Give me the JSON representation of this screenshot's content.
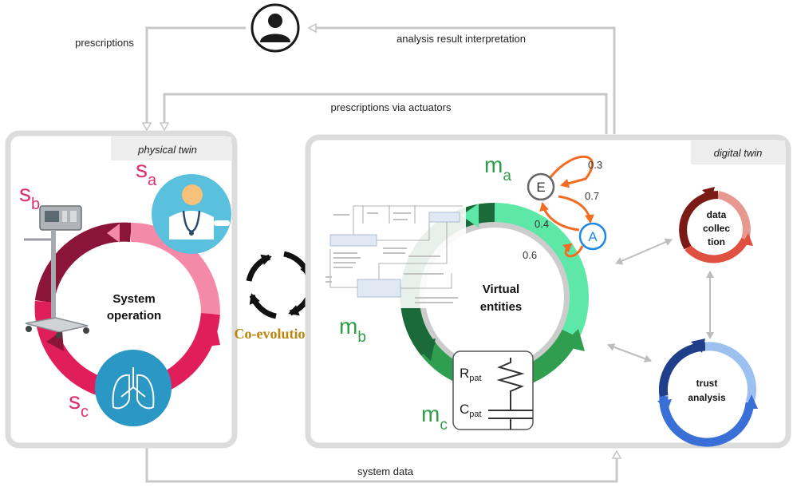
{
  "labels": {
    "prescriptions": "prescriptions",
    "analysis_result": "analysis result interpretation",
    "prescriptions_actuators": "prescriptions via actuators",
    "system_data": "system data",
    "physical_twin": "physical twin",
    "digital_twin": "digital twin",
    "co_evolution": "Co-evolution"
  },
  "physical": {
    "center_line1": "System",
    "center_line2": "operation",
    "sa": {
      "base": "s",
      "sub": "a"
    },
    "sb": {
      "base": "s",
      "sub": "b"
    },
    "sc": {
      "base": "s",
      "sub": "c"
    }
  },
  "digital": {
    "center_line1": "Virtual",
    "center_line2": "entities",
    "ma": {
      "base": "m",
      "sub": "a"
    },
    "mb": {
      "base": "m",
      "sub": "b"
    },
    "mc": {
      "base": "m",
      "sub": "c"
    },
    "markov": {
      "state_e": "E",
      "state_a": "A",
      "p_ee": "0.3",
      "p_ea": "0.7",
      "p_ae": "0.4",
      "p_aa": "0.6"
    },
    "circuit": {
      "r": {
        "base": "R",
        "sub": "pat"
      },
      "c": {
        "base": "C",
        "sub": "pat"
      }
    },
    "data_collection": [
      "data",
      "collec",
      "tion"
    ],
    "trust_analysis": [
      "trust",
      "analysis"
    ]
  },
  "colors": {
    "physical_dark": "#8b1538",
    "physical_pink": "#f48aa8",
    "physical_red": "#e01f5a",
    "digital_mint": "#5ee8a8",
    "digital_dark": "#1b6b3a",
    "digital_green": "#2f9e4e",
    "label_pink": "#e0306a",
    "label_green": "#2e9e48",
    "markov_orange": "#f26c21",
    "state_a_blue": "#1e88e5",
    "co_evolution_gold": "#b8860b",
    "data_collection_red": "#c83a2a",
    "trust_blue": "#2a5fc8"
  }
}
